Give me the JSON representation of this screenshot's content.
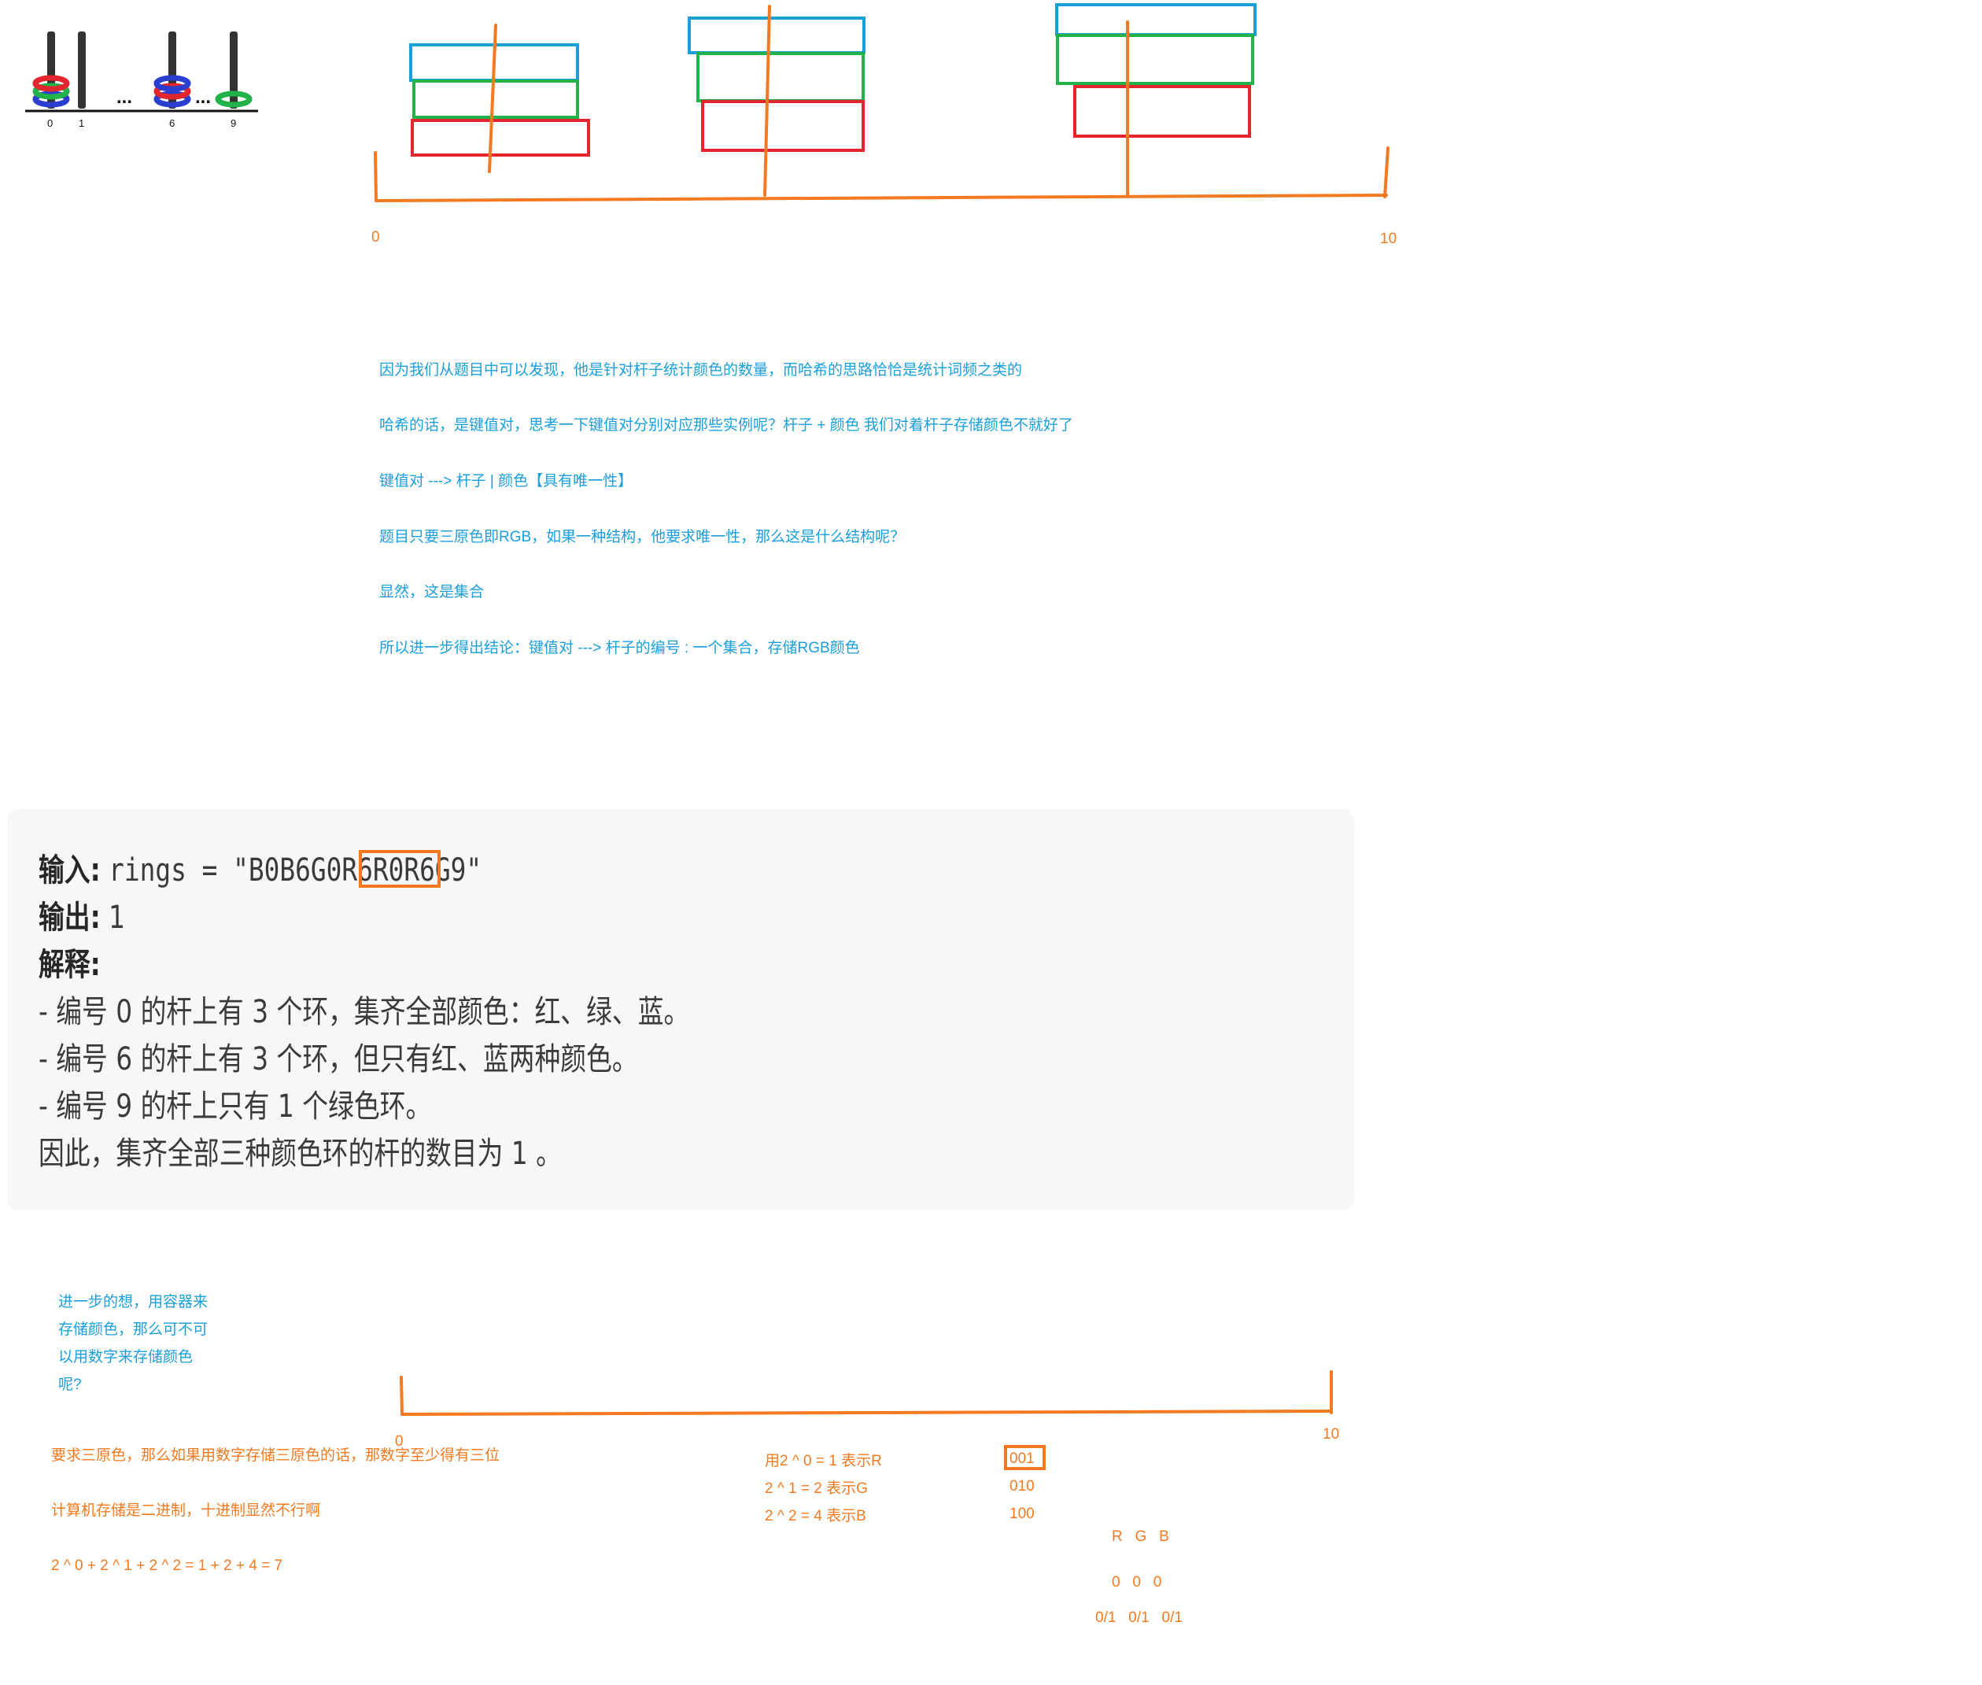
{
  "legend": {
    "dots": "...",
    "rods": [
      "0",
      "1",
      "6",
      "9"
    ]
  },
  "diagram_top": {
    "axis_start": "0",
    "axis_end": "10"
  },
  "notes_blue": [
    "因为我们从题目中可以发现，他是针对杆子统计颜色的数量，而哈希的思路恰恰是统计词频之类的",
    "哈希的话，是键值对，思考一下键值对分别对应那些实例呢？杆子 + 颜色 我们对着杆子存储颜色不就好了",
    "键值对 ---> 杆子 | 颜色【具有唯一性】",
    "题目只要三原色即RGB，如果一种结构，他要求唯一性，那么这是什么结构呢？",
    "显然，这是集合",
    "所以进一步得出结论：键值对 ---> 杆子的编号 : 一个集合，存储RGB颜色"
  ],
  "example": {
    "input_label": "输入:",
    "input_code": "rings = \"B0B6G0R6R0R6G9\"",
    "output_label": "输出:",
    "output_value": "1",
    "explain_label": "解释:",
    "explain_lines": [
      "- 编号 0 的杆上有 3 个环，集齐全部颜色：红、绿、蓝。",
      "- 编号 6 的杆上有 3 个环，但只有红、蓝两种颜色。",
      "- 编号 9 的杆上只有 1 个绿色环。",
      "因此，集齐全部三种颜色环的杆的数目为 1 。"
    ]
  },
  "side_note": [
    "进一步的想，用容器来",
    "存储颜色，那么可不可",
    "以用数字来存储颜色",
    "呢?"
  ],
  "diagram_bottom": {
    "axis_start": "0",
    "axis_end": "10"
  },
  "notes_orange": [
    "要求三原色，那么如果用数字存储三原色的话，那数字至少得有三位",
    "计算机存储是二进制，十进制显然不行啊",
    "2 ^ 0 + 2 ^ 1 + 2 ^ 2 = 1 + 2 + 4 = 7"
  ],
  "powers": [
    "用2 ^ 0 = 1 表示R",
    "2 ^ 1 = 2 表示G",
    "2 ^ 2 = 4 表示B"
  ],
  "binary": [
    "001",
    "010",
    "100"
  ],
  "rgb_header": "R   G   B",
  "rgb_zero": "0   0   0",
  "rgb_bits": "0/1   0/1   0/1",
  "colors": {
    "orange": "#f37a20",
    "blue": "#1a9fdc",
    "green": "#21b24a",
    "red": "#e3262e"
  }
}
